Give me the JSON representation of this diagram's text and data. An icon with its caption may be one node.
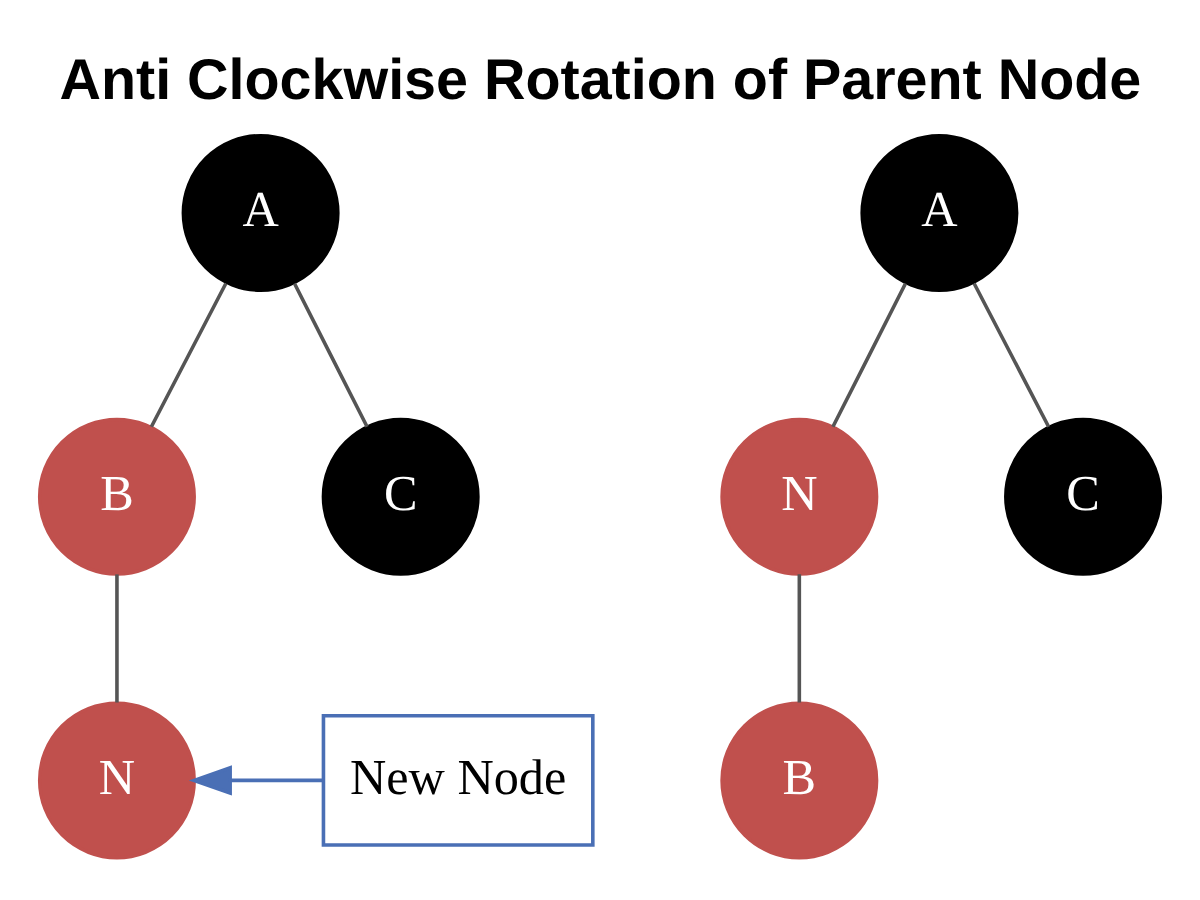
{
  "diagram": {
    "title": "Anti Clockwise Rotation of Parent Node",
    "nodes": [
      {
        "text": [
          "A"
        ]
      },
      {
        "text": [
          "B"
        ]
      },
      {
        "text": [
          "C"
        ]
      },
      {
        "text": [
          "N"
        ]
      },
      {
        "text": [
          "New Node"
        ]
      },
      {
        "text": [
          "A"
        ]
      },
      {
        "text": [
          "N"
        ]
      },
      {
        "text": [
          "C"
        ]
      },
      {
        "text": [
          "B"
        ]
      }
    ],
    "edges": [
      {
        "from": 0,
        "to": 1,
        "arrow": "none"
      },
      {
        "from": 0,
        "to": 2,
        "arrow": "none"
      },
      {
        "from": 1,
        "to": 3,
        "arrow": "none"
      },
      {
        "from": 4,
        "to": 3,
        "arrow": "to",
        "color": "#4a6fb5"
      },
      {
        "from": 5,
        "to": 6,
        "arrow": "none"
      },
      {
        "from": 5,
        "to": 7,
        "arrow": "none"
      },
      {
        "from": 6,
        "to": 8,
        "arrow": "none"
      }
    ]
  }
}
